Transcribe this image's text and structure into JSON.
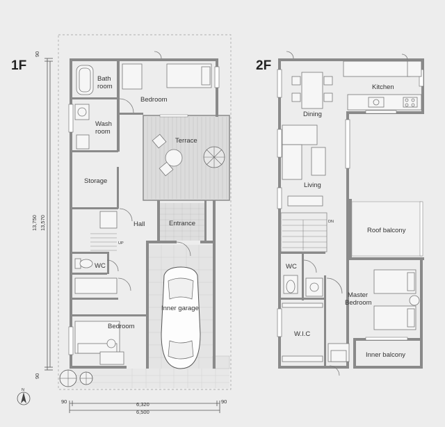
{
  "floors": {
    "first": {
      "label": "1F",
      "rooms": {
        "bath_line1": "Bath",
        "bath_line2": "room",
        "bedroom_top": "Bedroom",
        "wash_line1": "Wash",
        "wash_line2": "room",
        "terrace": "Terrace",
        "storage": "Storage",
        "hall": "Hall",
        "entrance": "Entrance",
        "up": "UP",
        "wc": "WC",
        "inner_garage": "Inner garage",
        "bedroom_bottom": "Bedroom"
      }
    },
    "second": {
      "label": "2F",
      "rooms": {
        "kitchen": "Kitchen",
        "dining": "Dining",
        "living": "Living",
        "dn": "DN",
        "roof_balcony": "Roof balcony",
        "wc": "WC",
        "master_line1": "Master",
        "master_line2": "Bedroom",
        "wic": "W.I.C",
        "inner_balcony": "Inner balcony"
      }
    }
  },
  "dimensions": {
    "top_left": "90",
    "bottom_left": "90",
    "vertical_outer": "13,750",
    "vertical_inner": "13,570",
    "bottom_left_90": "90",
    "bottom_right_90": "90",
    "width_inner": "6,320",
    "width_outer": "6,500"
  },
  "compass": {
    "north": "N"
  }
}
